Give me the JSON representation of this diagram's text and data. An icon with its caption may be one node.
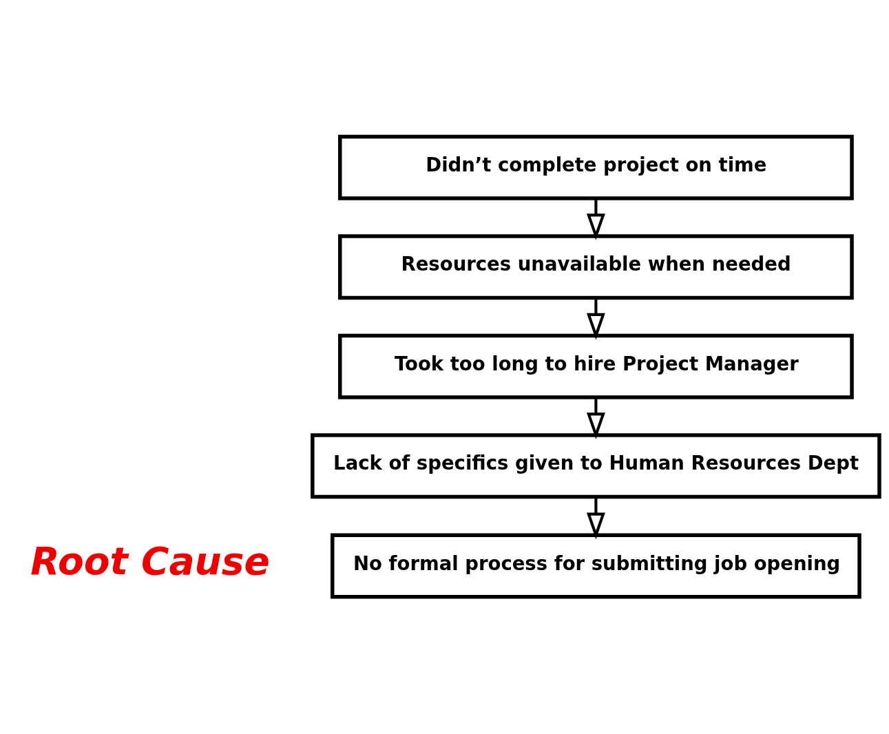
{
  "diagram": {
    "nodes": [
      {
        "text": [
          "Didn’t complete project on time"
        ]
      },
      {
        "text": [
          "Resources unavailable when needed"
        ]
      },
      {
        "text": [
          "Took too long to hire Project Manager"
        ]
      },
      {
        "text": [
          "Lack of specifics given to Human Resources Dept"
        ]
      },
      {
        "text": [
          "No formal process for submitting job opening"
        ],
        "beside": [
          "Root Cause"
        ]
      }
    ],
    "edges": [
      {
        "from": 0,
        "to": 1,
        "arrow": "to"
      },
      {
        "from": 1,
        "to": 2,
        "arrow": "to"
      },
      {
        "from": 2,
        "to": 3,
        "arrow": "to"
      },
      {
        "from": 3,
        "to": 4,
        "arrow": "to"
      }
    ]
  }
}
